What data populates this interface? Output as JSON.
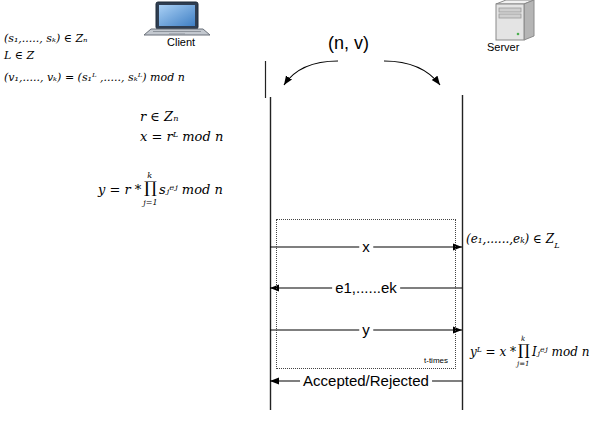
{
  "diagram": {
    "nodes": [
      {
        "text": [
          "Client"
        ]
      },
      {
        "text": [
          "Server"
        ]
      },
      {
        "text": [
          "t-times"
        ]
      }
    ],
    "edges": [
      {
        "from": 0,
        "to": 1,
        "label": "x",
        "arrow": "to"
      },
      {
        "from": 1,
        "to": 0,
        "label": "e1,......ek",
        "arrow": "to"
      },
      {
        "from": 0,
        "to": 1,
        "label": "y",
        "arrow": "to"
      },
      {
        "from": 1,
        "to": 0,
        "label": "Accepted/Rejected",
        "arrow": "to"
      }
    ],
    "labels": [
      "(n, v)",
      "(s₁,....., sₖ) ∈ Zₙ",
      "L ∈ Z",
      "(v₁,....., vₖ) = (s₁ᴸ ,....., sₖᴸ) mod n",
      "r ∈ Zₙ",
      "x = rᴸ mod n",
      "y = r *",
      "k",
      "∏",
      "j=1",
      "sⱼᵉʲ mod n",
      "(e₁,......,eₖ) ∈ Z",
      "L",
      "yᴸ = x *",
      "k",
      "∏",
      "j=1",
      "Iⱼᵉʲ mod n"
    ]
  }
}
